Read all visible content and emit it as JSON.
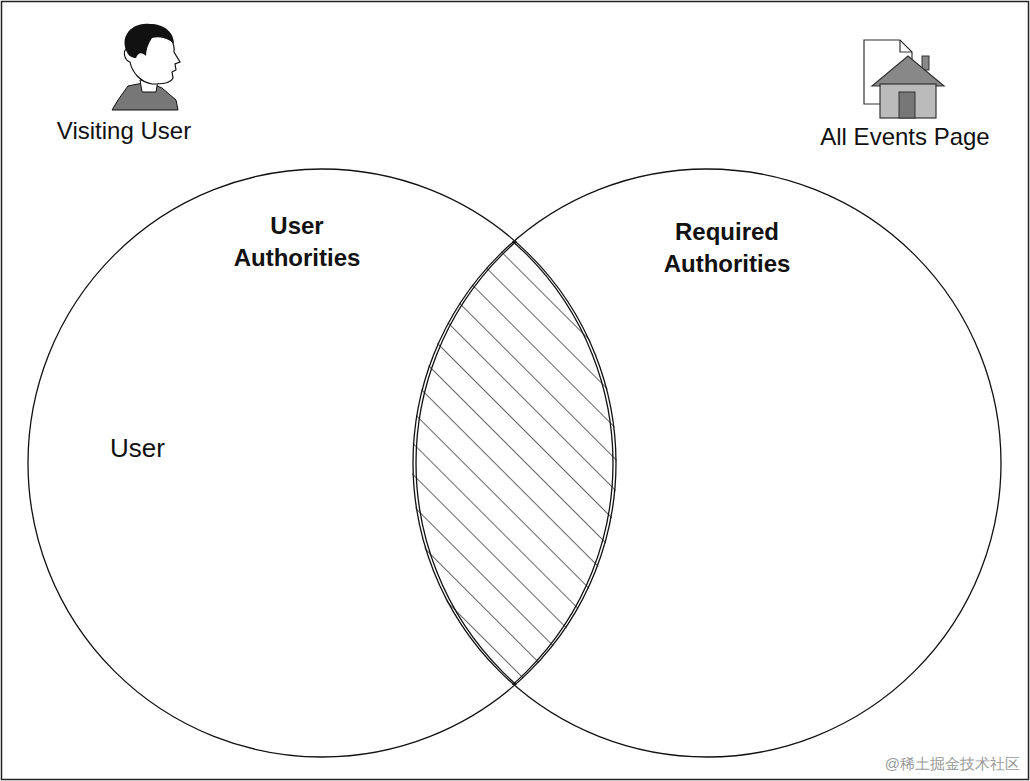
{
  "diagram": {
    "nodes": [
      {
        "text": [
          "User Authorities",
          "User"
        ]
      },
      {
        "text": [
          "Required Authorities"
        ]
      }
    ],
    "labels": [
      "Visiting User",
      "All Events Page",
      "@稀土掘金技术社区"
    ]
  }
}
